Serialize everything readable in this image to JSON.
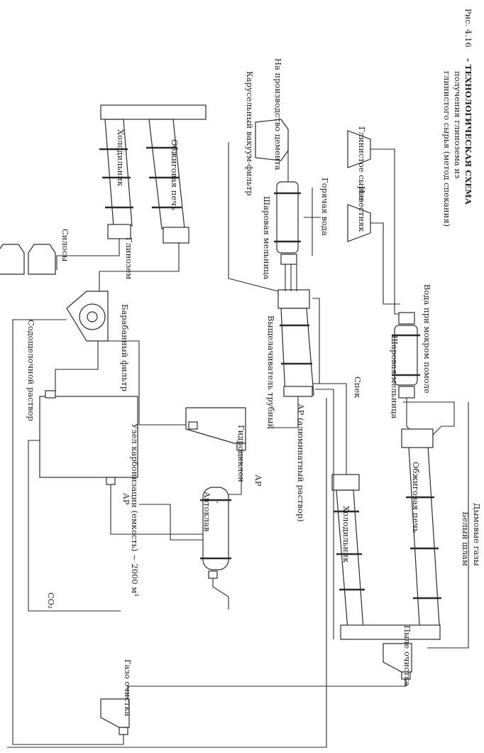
{
  "figure": {
    "caption_number": "Рис. 4.16",
    "caption_title": "- ТЕХНОЛОГИЧЕСКАЯ СХЕМА",
    "caption_line2": "получения глинозема из",
    "caption_line3": "глинистого сырья (метод спекания)"
  },
  "labels": {
    "clay_raw": "Глинистое сырье",
    "limestone": "Известняк",
    "water_wet_grinding": "Вода при мокром помоле",
    "ball_mill_top": "Шаровая мельница",
    "ball_mill_left": "Шаровая мельница",
    "hot_water": "Горячая вода",
    "to_cement": "На производство цемента",
    "carousel_filter": "Карусельный вакуум-фильтр",
    "calcination_kiln": "Обжиговая печь",
    "cooler_left": "Холодильник",
    "alumina": "Глинозем",
    "silos": "Силосы",
    "drum_filter": "Барабанный фильтр",
    "leaching_tube": "Выщелачиватель трубный",
    "sinter": "Спек",
    "ap_aluminate": "АР (алюминатный раствор)",
    "hydrocyclone": "Гидроциклон",
    "ap_1": "АР",
    "ap_2": "АР",
    "autoclave": "Автоклав",
    "carbonation_unit": "Узел карбонизации (емкость) ~ 2000 м³",
    "soda_liquor": "Содощелочной раствор",
    "co2": "CO₂",
    "sinter_kiln": "Обжиговая печь",
    "cooler_right": "Холодильник",
    "flue_gases": "Дымовые газы",
    "white_sludge": "Белый шлам",
    "dust_cleaning": "Пыле очистка",
    "gas_cleaning": "Газо очистка"
  }
}
